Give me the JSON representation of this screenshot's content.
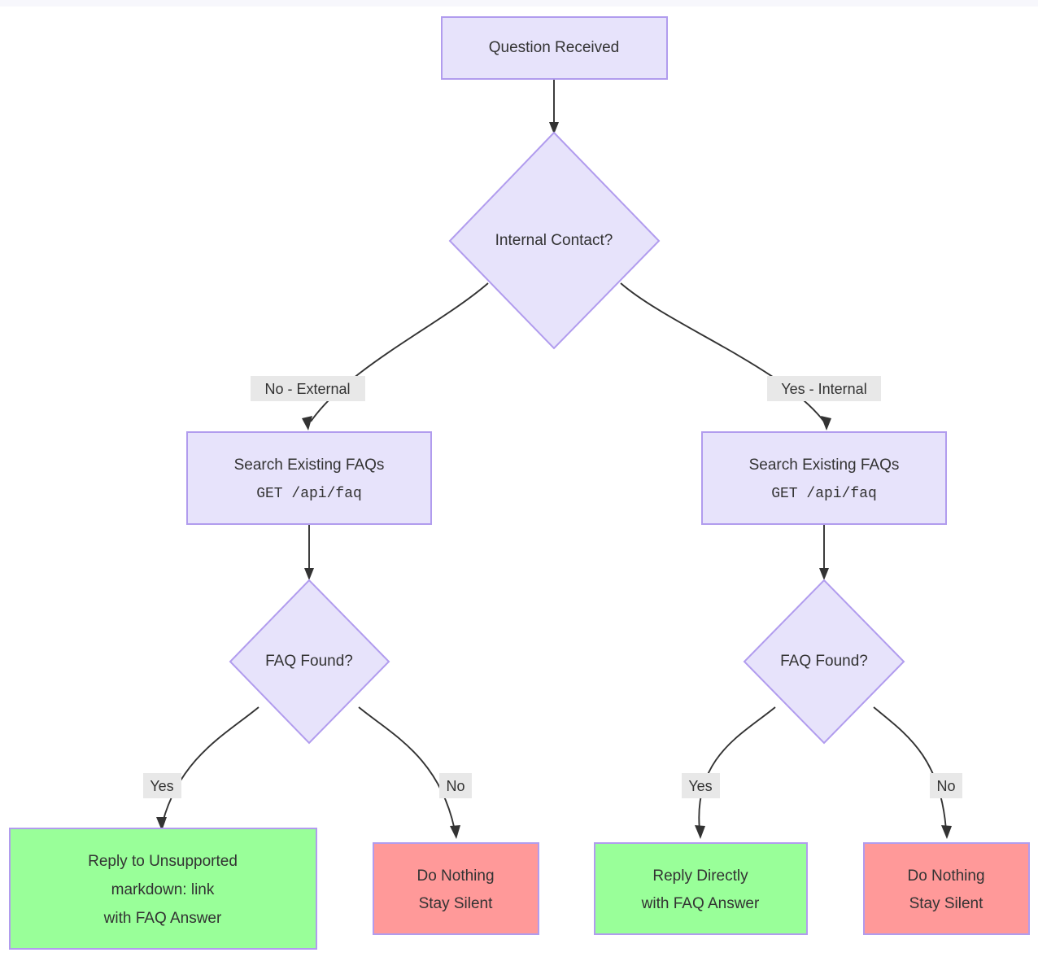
{
  "diagram": {
    "title": "FAQ Response Decision Flowchart",
    "type": "flowchart",
    "direction": "top-down",
    "background": "#ffffff",
    "palette": {
      "process_fill": "#e7e3fb",
      "process_stroke": "#b19cee",
      "decision_fill": "#e7e3fb",
      "decision_stroke": "#b19cee",
      "success_fill": "#99ff99",
      "stop_fill": "#ff9999",
      "edge_stroke": "#333333",
      "edge_label_bg": "#e8e8e8",
      "text": "#333333"
    }
  },
  "nodes": {
    "start": {
      "id": "start",
      "shape": "rect",
      "style": "process",
      "lines": [
        "Question Received"
      ]
    },
    "internal_contact": {
      "id": "internal_contact",
      "shape": "diamond",
      "style": "decision",
      "lines": [
        "Internal Contact?"
      ]
    },
    "search_left": {
      "id": "search_left",
      "shape": "rect",
      "style": "process",
      "lines": [
        "Search Existing FAQs",
        "GET /api/faq"
      ],
      "mono_lines": [
        1
      ]
    },
    "search_right": {
      "id": "search_right",
      "shape": "rect",
      "style": "process",
      "lines": [
        "Search Existing FAQs",
        "GET /api/faq"
      ],
      "mono_lines": [
        1
      ]
    },
    "faq_found_left": {
      "id": "faq_found_left",
      "shape": "diamond",
      "style": "decision",
      "lines": [
        "FAQ Found?"
      ]
    },
    "faq_found_right": {
      "id": "faq_found_right",
      "shape": "diamond",
      "style": "decision",
      "lines": [
        "FAQ Found?"
      ]
    },
    "reply_unsupported": {
      "id": "reply_unsupported",
      "shape": "rect",
      "style": "success",
      "lines": [
        "Reply to Unsupported",
        "markdown: link",
        "with FAQ Answer"
      ]
    },
    "do_nothing_left": {
      "id": "do_nothing_left",
      "shape": "rect",
      "style": "stop",
      "lines": [
        "Do Nothing",
        "Stay Silent"
      ]
    },
    "reply_directly": {
      "id": "reply_directly",
      "shape": "rect",
      "style": "success",
      "lines": [
        "Reply Directly",
        "with FAQ Answer"
      ]
    },
    "do_nothing_right": {
      "id": "do_nothing_right",
      "shape": "rect",
      "style": "stop",
      "lines": [
        "Do Nothing",
        "Stay Silent"
      ]
    }
  },
  "edges": [
    {
      "from": "start",
      "to": "internal_contact",
      "label": ""
    },
    {
      "from": "internal_contact",
      "to": "search_left",
      "label": "No - External"
    },
    {
      "from": "internal_contact",
      "to": "search_right",
      "label": "Yes - Internal"
    },
    {
      "from": "search_left",
      "to": "faq_found_left",
      "label": ""
    },
    {
      "from": "search_right",
      "to": "faq_found_right",
      "label": ""
    },
    {
      "from": "faq_found_left",
      "to": "reply_unsupported",
      "label": "Yes"
    },
    {
      "from": "faq_found_left",
      "to": "do_nothing_left",
      "label": "No"
    },
    {
      "from": "faq_found_right",
      "to": "reply_directly",
      "label": "Yes"
    },
    {
      "from": "faq_found_right",
      "to": "do_nothing_right",
      "label": "No"
    }
  ],
  "edge_labels": {
    "no_external": "No - External",
    "yes_internal": "Yes - Internal",
    "left_yes": "Yes",
    "left_no": "No",
    "right_yes": "Yes",
    "right_no": "No"
  },
  "node_text": {
    "start_l1": "Question Received",
    "internal_contact_l1": "Internal Contact?",
    "search_left_l1": "Search Existing FAQs",
    "search_left_l2": "GET /api/faq",
    "search_right_l1": "Search Existing FAQs",
    "search_right_l2": "GET /api/faq",
    "faq_found_left_l1": "FAQ Found?",
    "faq_found_right_l1": "FAQ Found?",
    "reply_unsupported_l1": "Reply to Unsupported",
    "reply_unsupported_l2": "markdown: link",
    "reply_unsupported_l3": "with FAQ Answer",
    "do_nothing_left_l1": "Do Nothing",
    "do_nothing_left_l2": "Stay Silent",
    "reply_directly_l1": "Reply Directly",
    "reply_directly_l2": "with FAQ Answer",
    "do_nothing_right_l1": "Do Nothing",
    "do_nothing_right_l2": "Stay Silent"
  }
}
